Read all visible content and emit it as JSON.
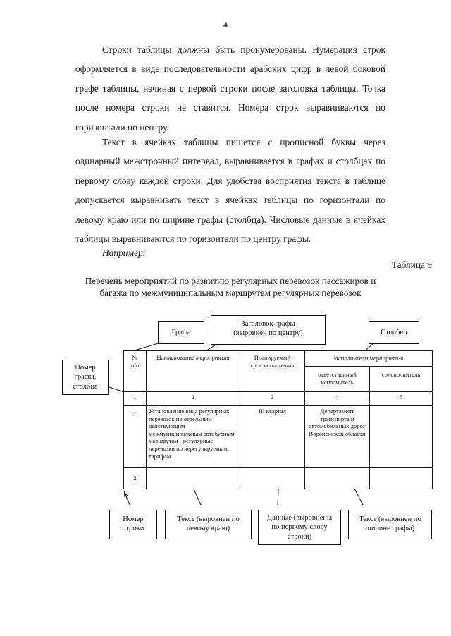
{
  "page": {
    "number": "4"
  },
  "paragraphs": [
    "Строки таблицы должны быть пронумерованы. Нумерация строк оформляется в виде последовательности арабских цифр в левой боковой графе таблицы, начиная с первой строки после заголовка таблицы. Точка после номера строки не ставится. Номера строк выравниваются по горизонтали по центру.",
    "Текст в ячейках таблицы пишется с прописной буквы через одинарный межстрочный интервал, выравнивается в графах и столбцах по первому слову  каждой строки. Для удобства восприятия текста в таблице допускается выравнивать текст в ячейках таблицы по горизонтали по левому краю или по ширине графы (столбца). Числовые данные в ячейках таблицы выравниваются по горизонтали по центру графы."
  ],
  "example_label": "Например:",
  "table_number": "Таблица 9",
  "table_caption": "Перечень мероприятий по развитию регулярных перевозок пассажиров и багажа по межмуниципальным маршрутам регулярных перевозок",
  "callouts": {
    "grafa": "Графа",
    "header_centered": "Заголовок графы\n(выровнен по центру)",
    "header_centered_line1": "Заголовок графы",
    "header_centered_line2": "(выровнен по центру)",
    "stolbec": "Столбец",
    "column_number_line1": "Номер",
    "column_number_line2": "графы,",
    "column_number_line3": "столбца",
    "row_number_line1": "Номер",
    "row_number_line2": "строки",
    "text_left_line1": "Текст (выровнен по",
    "text_left_line2": "левому краю)",
    "data_firstword_line1": "Данные (выровнены",
    "data_firstword_line2": "по первому слову",
    "data_firstword_line3": "строки)",
    "text_width_line1": "Текст (выровнен по",
    "text_width_line2": "ширине графы)"
  },
  "sample_table": {
    "header": {
      "num": "№\nп/п",
      "num_line1": "№",
      "num_line2": "п/п",
      "name": "Наименование мероприятия",
      "term_line1": "Планируемый",
      "term_line2": "срок исполнения",
      "executors": "Исполнители мероприятия",
      "responsible_line1": "ответственный",
      "responsible_line2": "исполнитель",
      "coexecutor": "соисполнитель"
    },
    "number_row": [
      "1",
      "2",
      "3",
      "4",
      "5"
    ],
    "rows": [
      {
        "num": "1",
        "name": "Установление вида регулярных перевозок по отдельным действующим межмуниципальным автобусным маршрутам - регулярные перевозки по нерегулируемым тарифам",
        "term": "III квартал",
        "responsible": "Департамент транспорта и автомобильных дорог Воронежской области",
        "coexecutor": ""
      },
      {
        "num": "2",
        "name": "",
        "term": "",
        "responsible": "",
        "coexecutor": ""
      }
    ]
  },
  "colors": {
    "ink": "#1a1a1a",
    "paper": "#ffffff"
  }
}
